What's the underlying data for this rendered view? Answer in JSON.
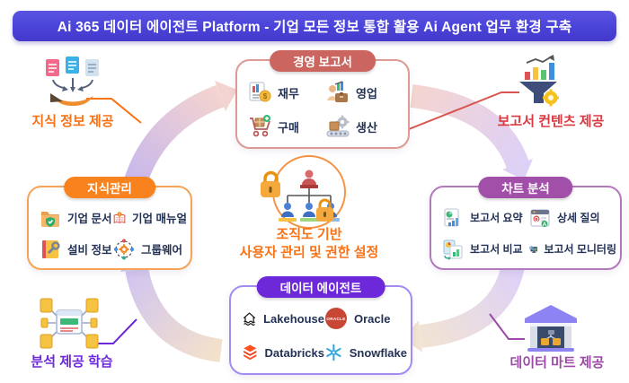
{
  "title": "Ai 365 데이터 에이전트 Platform - 기업 모든 정보 통합 활용 Ai Agent 업무 환경 구축",
  "colors": {
    "banner": "#4a43d8",
    "management_accent": "#ca6560",
    "knowledge_accent": "#f8821e",
    "chart_accent": "#a14fa8",
    "agent_accent": "#6d28d9",
    "center_text": "#f97316",
    "label_knowledge_provide": "#f97316",
    "label_report_content": "#d93a42",
    "label_analysis_learning": "#6d28d9",
    "label_data_mart": "#9c4aa8"
  },
  "nodes": {
    "management_report": {
      "title": "경영 보고서",
      "items": [
        {
          "label": "재무",
          "icon": "finance-report-icon"
        },
        {
          "label": "영업",
          "icon": "sales-person-icon"
        },
        {
          "label": "구매",
          "icon": "purchase-cart-icon"
        },
        {
          "label": "생산",
          "icon": "production-gear-icon"
        }
      ]
    },
    "knowledge_mgmt": {
      "title": "지식관리",
      "items": [
        {
          "label": "기업 문서",
          "icon": "folder-shield-icon"
        },
        {
          "label": "기업 매뉴얼",
          "icon": "manual-book-icon"
        },
        {
          "label": "설비 정보",
          "icon": "equipment-book-icon"
        },
        {
          "label": "그룹웨어",
          "icon": "groupware-gear-icon"
        }
      ]
    },
    "chart_analysis": {
      "title": "차트 분석",
      "items": [
        {
          "label": "보고서 요약",
          "icon": "report-summary-icon"
        },
        {
          "label": "상세 질의",
          "icon": "detail-query-icon"
        },
        {
          "label": "보고서 비교",
          "icon": "report-compare-icon"
        },
        {
          "label": "보고서 모니터링",
          "icon": "report-monitor-icon"
        }
      ]
    },
    "data_agent": {
      "title": "데이터 에이전트",
      "items": [
        {
          "label": "Lakehouse",
          "icon": "lakehouse-logo"
        },
        {
          "label": "Oracle",
          "icon": "oracle-logo"
        },
        {
          "label": "Databricks",
          "icon": "databricks-logo"
        },
        {
          "label": "Snowflake",
          "icon": "snowflake-logo"
        }
      ]
    }
  },
  "corner_labels": {
    "knowledge_provide": "지식 정보 제공",
    "report_content": "보고서 컨텐츠 제공",
    "analysis_learning": "분석 제공 학습",
    "data_mart": "데이터 마트 제공"
  },
  "center": {
    "line1": "조직도 기반",
    "line2": "사용자 관리 및 권한 설정"
  }
}
